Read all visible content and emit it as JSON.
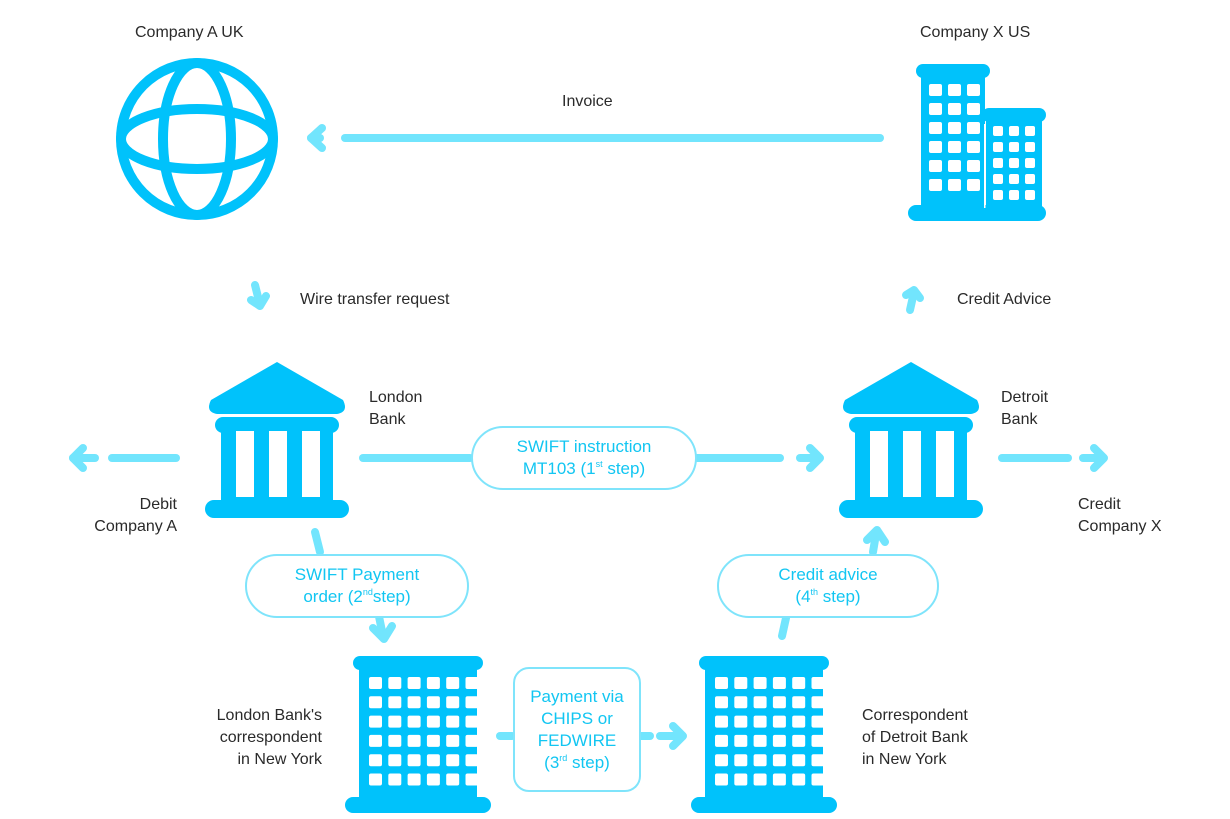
{
  "colors": {
    "icon": "#00c2fb",
    "arrow": "#72e5fd",
    "pill_border": "#7fe4fb",
    "pill_text": "#12c6f2",
    "label_text": "#2a2a2a"
  },
  "nodes": {
    "company_a": {
      "label": "Company A UK",
      "icon": "globe-icon"
    },
    "company_x": {
      "label": "Company X US",
      "icon": "office-buildings-icon"
    },
    "london_bank": {
      "line1": "London",
      "line2": "Bank",
      "icon": "bank-icon"
    },
    "detroit_bank": {
      "line1": "Detroit",
      "line2": "Bank",
      "icon": "bank-icon"
    },
    "london_corr": {
      "line1": "London Bank's",
      "line2": "correspondent",
      "line3": "in New York",
      "icon": "building-icon"
    },
    "detroit_corr": {
      "line1": "Correspondent",
      "line2": "of Detroit Bank",
      "line3": "in New York",
      "icon": "building-icon"
    }
  },
  "flows": {
    "invoice": "Invoice",
    "wire_request": "Wire transfer request",
    "credit_advice_top": "Credit Advice",
    "debit": {
      "line1": "Debit",
      "line2": "Company A"
    },
    "credit": {
      "line1": "Credit",
      "line2": "Company X"
    }
  },
  "steps": {
    "step1": {
      "line1": "SWIFT instruction",
      "line2_pre": "MT103 (1",
      "sup": "st",
      "line2_post": " step)"
    },
    "step2": {
      "line1": "SWIFT Payment",
      "line2_pre": "order (2",
      "sup": "nd",
      "line2_post": "step)"
    },
    "step3": {
      "line1": "Payment via",
      "line2": "CHIPS or",
      "line3": "FEDWIRE",
      "line4_pre": "(3",
      "sup": "rd",
      "line4_post": " step)"
    },
    "step4": {
      "line1": "Credit advice",
      "line2_pre": "(4",
      "sup": "th",
      "line2_post": " step)"
    }
  }
}
